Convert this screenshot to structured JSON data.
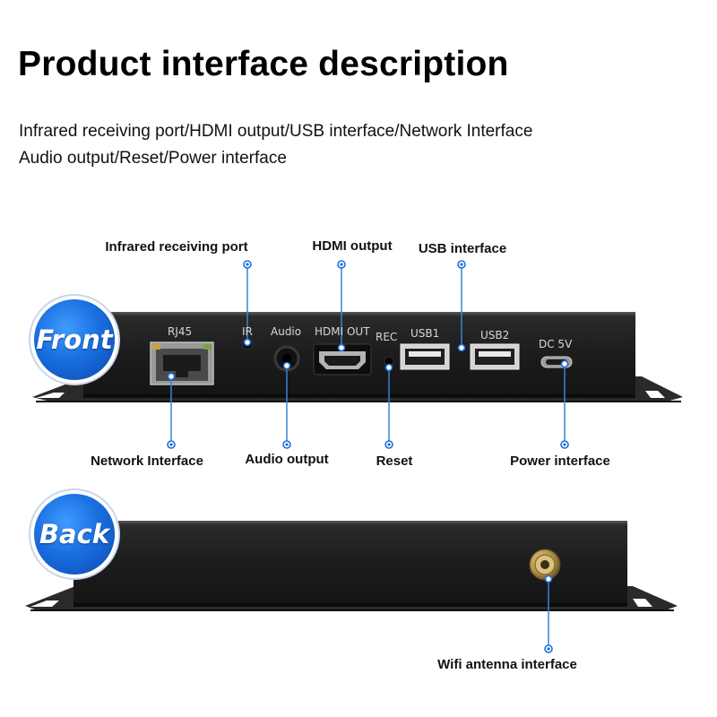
{
  "title": "Product interface description",
  "description": {
    "line1": "Infrared receiving port/HDMI output/USB interface/Network Interface",
    "line2": "Audio output/Reset/Power interface"
  },
  "front": {
    "badge": "Front",
    "ports": {
      "rj45": "RJ45",
      "ir": "IR",
      "audio": "Audio",
      "hdmi": "HDMI OUT",
      "rec": "REC",
      "usb1": "USB1",
      "usb2": "USB2",
      "dc": "DC 5V"
    },
    "callouts": {
      "infrared": "Infrared receiving port",
      "hdmi": "HDMI output",
      "usb": "USB interface",
      "network": "Network Interface",
      "audio": "Audio output",
      "reset": "Reset",
      "power": "Power interface"
    }
  },
  "back": {
    "badge": "Back",
    "callouts": {
      "wifi": "Wifi antenna interface"
    }
  },
  "colors": {
    "accent": "#1a6fe0",
    "leader": "#3b82d6",
    "device": "#1e1e1e"
  }
}
